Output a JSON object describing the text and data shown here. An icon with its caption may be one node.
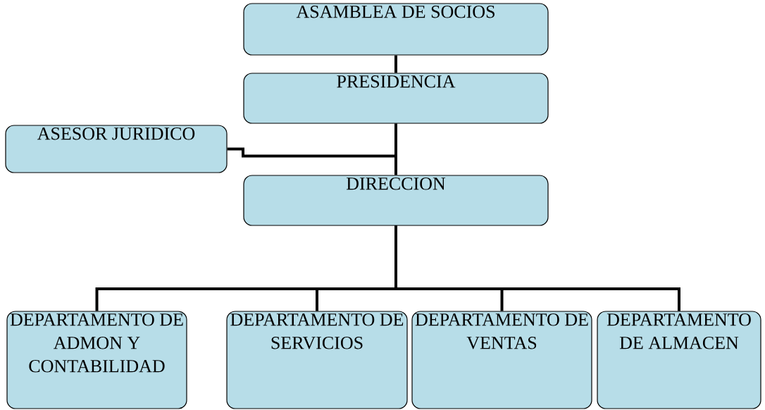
{
  "diagram": {
    "nodes": [
      {
        "text": [
          "ASAMBLEA DE SOCIOS"
        ]
      },
      {
        "text": [
          "PRESIDENCIA"
        ]
      },
      {
        "text": [
          "ASESOR JURIDICO"
        ]
      },
      {
        "text": [
          "DIRECCION"
        ]
      },
      {
        "text": [
          "DEPARTAMENTO DE ADMON Y CONTABILIDAD"
        ]
      },
      {
        "text": [
          "DEPARTAMENTO DE SERVICIOS"
        ]
      },
      {
        "text": [
          "DEPARTAMENTO DE VENTAS"
        ]
      },
      {
        "text": [
          "DEPARTAMENTO DE ALMACEN"
        ]
      }
    ],
    "edges": [
      {
        "from": 0,
        "to": 1,
        "arrow": "none"
      },
      {
        "from": 1,
        "to": 2,
        "arrow": "none"
      },
      {
        "from": 1,
        "to": 3,
        "arrow": "none"
      },
      {
        "from": 3,
        "to": 4,
        "arrow": "none"
      },
      {
        "from": 3,
        "to": 5,
        "arrow": "none"
      },
      {
        "from": 3,
        "to": 6,
        "arrow": "none"
      },
      {
        "from": 3,
        "to": 7,
        "arrow": "none"
      }
    ]
  }
}
